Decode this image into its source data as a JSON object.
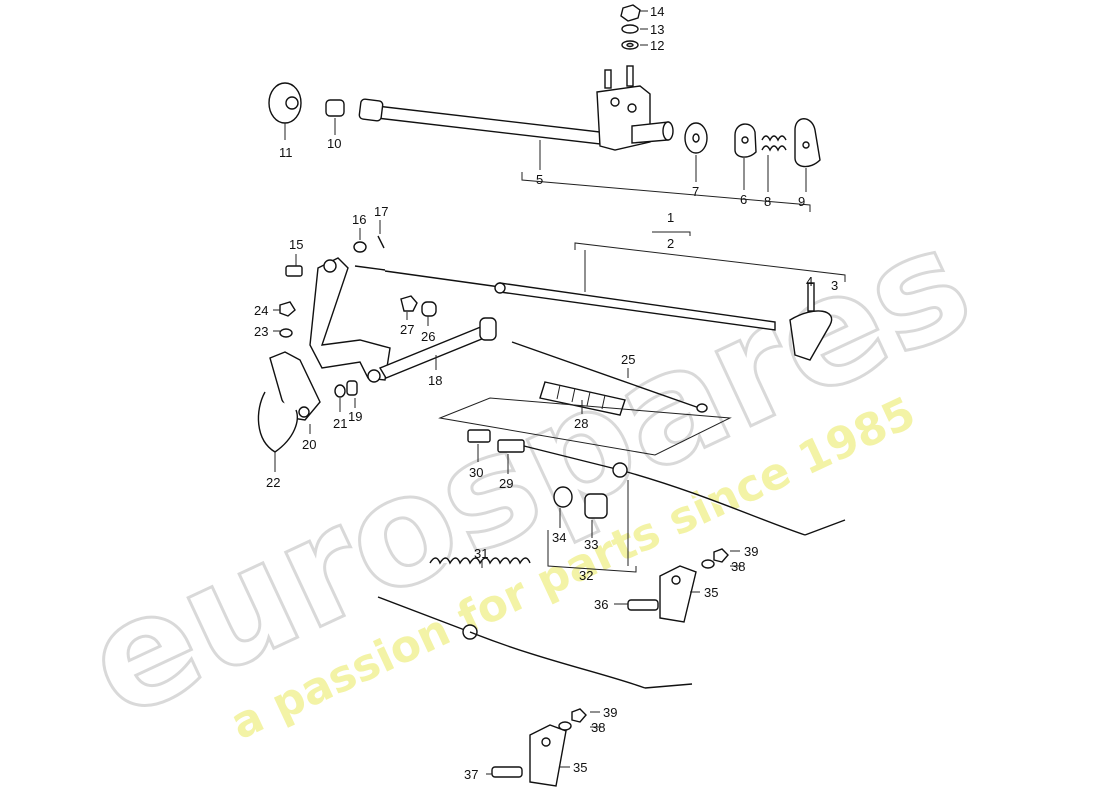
{
  "watermark": {
    "brand": "eurospares",
    "tagline": "a passion for parts since 1985"
  },
  "labels": {
    "p1": "1",
    "p2": "2",
    "p3": "3",
    "p4": "4",
    "p5": "5",
    "p6": "6",
    "p7": "7",
    "p8": "8",
    "p9": "9",
    "p10": "10",
    "p11": "11",
    "p12": "12",
    "p13": "13",
    "p14": "14",
    "p15": "15",
    "p16": "16",
    "p17": "17",
    "p18": "18",
    "p19": "19",
    "p20": "20",
    "p21": "21",
    "p22": "22",
    "p23": "23",
    "p24": "24",
    "p25": "25",
    "p26": "26",
    "p27": "27",
    "p28": "28",
    "p29": "29",
    "p30": "30",
    "p31": "31",
    "p32": "32",
    "p33": "33",
    "p34": "34",
    "p35a": "35",
    "p35b": "35",
    "p36": "36",
    "p37": "37",
    "p38a": "38",
    "p38b": "38",
    "p39a": "39",
    "p39b": "39"
  }
}
